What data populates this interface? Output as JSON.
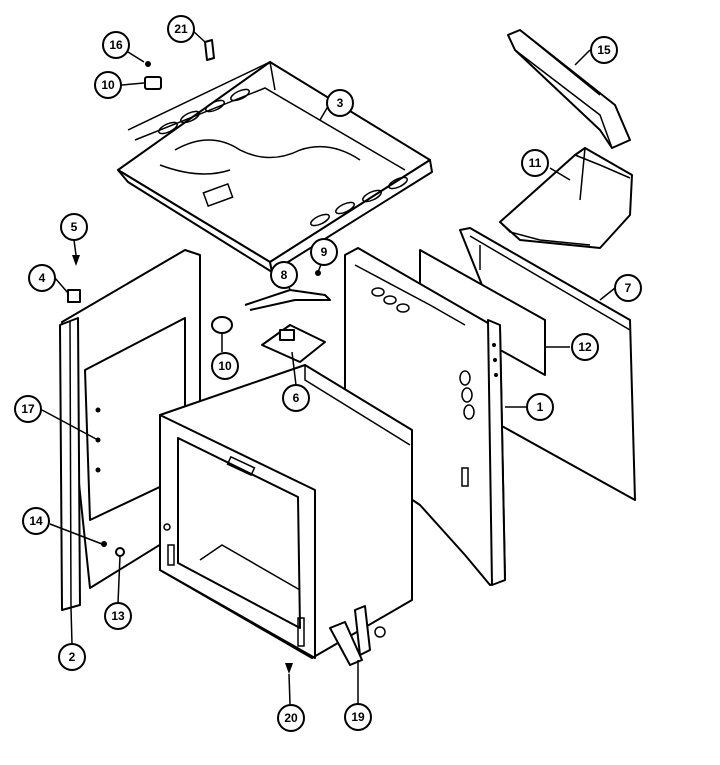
{
  "callouts": [
    {
      "id": "c1",
      "label": "1"
    },
    {
      "id": "c2",
      "label": "2"
    },
    {
      "id": "c3",
      "label": "3"
    },
    {
      "id": "c4",
      "label": "4"
    },
    {
      "id": "c5",
      "label": "5"
    },
    {
      "id": "c6",
      "label": "6"
    },
    {
      "id": "c7",
      "label": "7"
    },
    {
      "id": "c8",
      "label": "8"
    },
    {
      "id": "c9",
      "label": "9"
    },
    {
      "id": "c10a",
      "label": "10"
    },
    {
      "id": "c10b",
      "label": "10"
    },
    {
      "id": "c11",
      "label": "11"
    },
    {
      "id": "c12",
      "label": "12"
    },
    {
      "id": "c13",
      "label": "13"
    },
    {
      "id": "c14",
      "label": "14"
    },
    {
      "id": "c15",
      "label": "15"
    },
    {
      "id": "c16",
      "label": "16"
    },
    {
      "id": "c17",
      "label": "17"
    },
    {
      "id": "c19",
      "label": "19"
    },
    {
      "id": "c20",
      "label": "20"
    },
    {
      "id": "c21",
      "label": "21"
    }
  ]
}
